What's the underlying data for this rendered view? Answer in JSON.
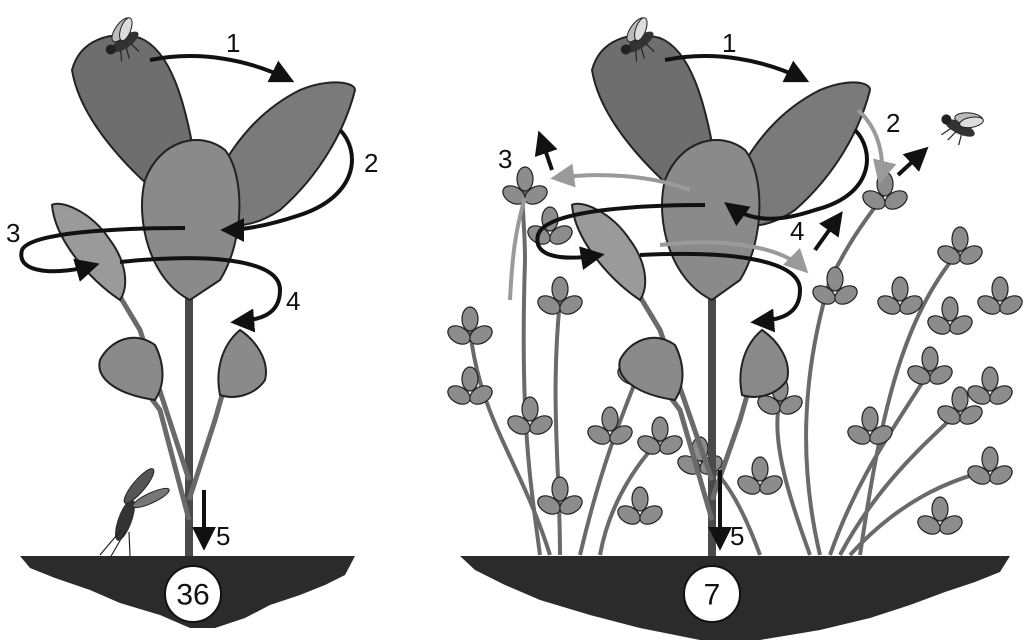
{
  "panels": [
    {
      "id": "left",
      "step_labels": [
        "1",
        "2",
        "3",
        "4",
        "5"
      ],
      "count": "36"
    },
    {
      "id": "right",
      "step_labels": [
        "1",
        "2",
        "3",
        "4",
        "5"
      ],
      "count": "7"
    }
  ],
  "colors": {
    "leaf": "#6e6e6e",
    "leaf_light": "#9a9a9a",
    "clover": "#8c8c8c",
    "soil": "#2b2b2b",
    "arrow_black": "#111111",
    "arrow_grey": "#9a9a9a"
  },
  "icons": [
    "fly-icon",
    "crane-fly-icon",
    "plant-icon",
    "clover-icon",
    "soil-icon"
  ]
}
